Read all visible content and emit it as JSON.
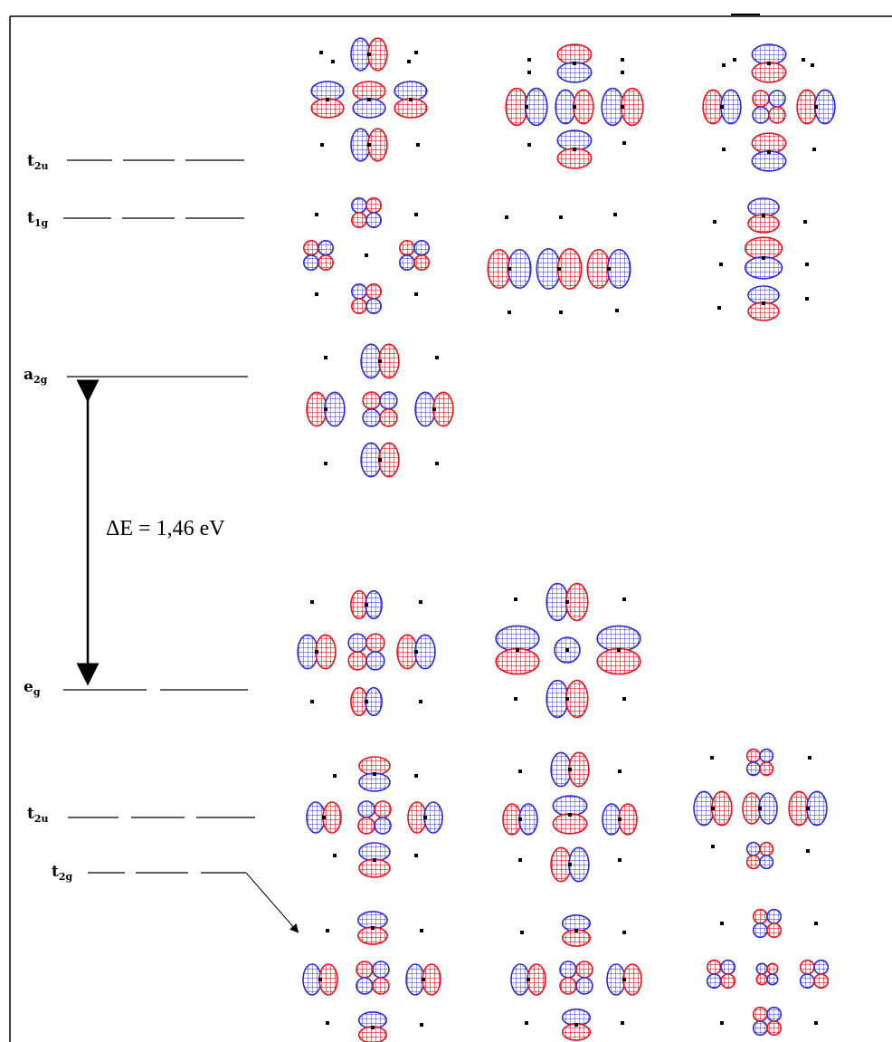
{
  "figure": {
    "colors": {
      "positive_lobe": "#e8141e",
      "negative_lobe": "#2a2ad8",
      "atom_dot": "#000000",
      "level_line": "#000000",
      "frame": "#000000"
    },
    "levels": [
      {
        "id": "t2u-upper",
        "label": "t",
        "sub": "2u",
        "segments": 3,
        "orbital_rows": [
          0
        ]
      },
      {
        "id": "t1g",
        "label": "t",
        "sub": "1g",
        "segments": 3,
        "orbital_rows": [
          1
        ]
      },
      {
        "id": "a2g",
        "label": "a",
        "sub": "2g",
        "segments": 1,
        "orbital_rows": [
          2
        ]
      },
      {
        "id": "eg",
        "label": "e",
        "sub": "g",
        "segments": 2,
        "orbital_rows": [
          3
        ]
      },
      {
        "id": "t2u-lower",
        "label": "t",
        "sub": "2u",
        "segments": 3,
        "orbital_rows": [
          4
        ]
      },
      {
        "id": "t2g",
        "label": "t",
        "sub": "2g",
        "segments": 3,
        "orbital_rows": [
          5
        ]
      }
    ],
    "energy_gap": {
      "text": "ΔE = 1,46 eV",
      "from_level": "a2g",
      "to_level": "eg"
    },
    "orbital_rows": [
      {
        "level": "t2u-upper",
        "count": 3
      },
      {
        "level": "t1g",
        "count": 3
      },
      {
        "level": "a2g",
        "count": 1
      },
      {
        "level": "eg",
        "count": 2
      },
      {
        "level": "t2u-lower",
        "count": 3
      },
      {
        "level": "t2g",
        "count": 3
      }
    ]
  }
}
